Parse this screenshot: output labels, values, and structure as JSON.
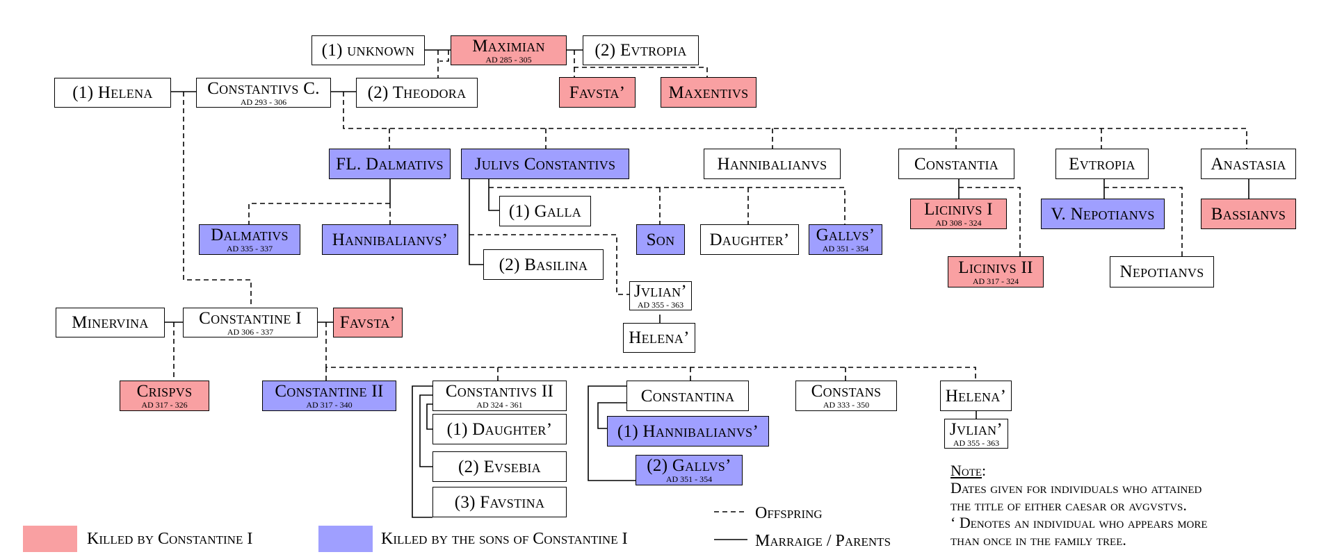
{
  "colors": {
    "killed_by_constantine": "#f9a0a2",
    "killed_by_sons": "#9f9fff",
    "line": "#000000"
  },
  "nodes": {
    "unknown": {
      "name": "(1) unknown",
      "dates": "",
      "fill": "none"
    },
    "maximian": {
      "name": "Maximian",
      "dates": "AD 285 - 305",
      "fill": "killed-c"
    },
    "evtropia_w": {
      "name": "(2) Evtropia",
      "dates": "",
      "fill": "none"
    },
    "helena": {
      "name": "(1) Helena",
      "dates": "",
      "fill": "none"
    },
    "constantius_c": {
      "name": "Constantivs C.",
      "dates": "AD 293 - 306",
      "fill": "none"
    },
    "theodora": {
      "name": "(2) Theodora",
      "dates": "",
      "fill": "none"
    },
    "favsta_top": {
      "name": "Favsta’",
      "dates": "",
      "fill": "killed-c"
    },
    "maxentivs": {
      "name": "Maxentivs",
      "dates": "",
      "fill": "killed-c"
    },
    "fl_dalmativs": {
      "name": "FL. Dalmativs",
      "dates": "",
      "fill": "killed-s"
    },
    "julivs_const": {
      "name": "Julivs Constantivs",
      "dates": "",
      "fill": "killed-s"
    },
    "hannibalianvs_t": {
      "name": "Hannibalianvs",
      "dates": "",
      "fill": "none"
    },
    "constantia": {
      "name": "Constantia",
      "dates": "",
      "fill": "none"
    },
    "evtropia_d": {
      "name": "Evtropia",
      "dates": "",
      "fill": "none"
    },
    "anastasia": {
      "name": "Anastasia",
      "dates": "",
      "fill": "none"
    },
    "dalmativs": {
      "name": "Dalmativs",
      "dates": "AD 335 - 337",
      "fill": "killed-s"
    },
    "hannibalianvs_m": {
      "name": "Hannibalianvs’",
      "dates": "",
      "fill": "killed-s"
    },
    "galla": {
      "name": "(1) Galla",
      "dates": "",
      "fill": "none"
    },
    "son": {
      "name": "Son",
      "dates": "",
      "fill": "killed-s"
    },
    "daughter_m": {
      "name": "Daughter’",
      "dates": "",
      "fill": "none"
    },
    "gallvs_m": {
      "name": "Gallvs’",
      "dates": "AD 351 - 354",
      "fill": "killed-s"
    },
    "licinivs1": {
      "name": "Licinivs I",
      "dates": "AD 308 - 324",
      "fill": "killed-c"
    },
    "v_nepotianvs": {
      "name": "V. Nepotianvs",
      "dates": "",
      "fill": "killed-s"
    },
    "bassianvs": {
      "name": "Bassianvs",
      "dates": "",
      "fill": "killed-c"
    },
    "basilina": {
      "name": "(2) Basilina",
      "dates": "",
      "fill": "none"
    },
    "licinivs2": {
      "name": "Licinivs II",
      "dates": "AD 317 - 324",
      "fill": "killed-c"
    },
    "nepotianvs": {
      "name": "Nepotianvs",
      "dates": "",
      "fill": "none"
    },
    "jvlian_m": {
      "name": "Jvlian’",
      "dates": "AD 355 - 363",
      "fill": "none"
    },
    "helena_m": {
      "name": "Helena’",
      "dates": "",
      "fill": "none"
    },
    "minervina": {
      "name": "Minervina",
      "dates": "",
      "fill": "none"
    },
    "constantine1": {
      "name": "Constantine I",
      "dates": "AD 306 - 337",
      "fill": "none"
    },
    "favsta_b": {
      "name": "Favsta’",
      "dates": "",
      "fill": "killed-c"
    },
    "crispvs": {
      "name": "Crispvs",
      "dates": "AD 317 - 326",
      "fill": "killed-c"
    },
    "constantine2": {
      "name": "Constantine II",
      "dates": "AD 317 - 340",
      "fill": "killed-s"
    },
    "constantivs2": {
      "name": "Constantivs II",
      "dates": "AD 324 - 361",
      "fill": "none"
    },
    "daughter_b": {
      "name": "(1) Daughter’",
      "dates": "",
      "fill": "none"
    },
    "evsebia": {
      "name": "(2) Evsebia",
      "dates": "",
      "fill": "none"
    },
    "favstina": {
      "name": "(3) Favstina",
      "dates": "",
      "fill": "none"
    },
    "constantina": {
      "name": "Constantina",
      "dates": "",
      "fill": "none"
    },
    "hannibalianvs_b": {
      "name": "(1) Hannibalianvs’",
      "dates": "",
      "fill": "killed-s"
    },
    "gallvs_b": {
      "name": "(2) Gallvs’",
      "dates": "AD 351 - 354",
      "fill": "killed-s"
    },
    "constans": {
      "name": "Constans",
      "dates": "AD 333 - 350",
      "fill": "none"
    },
    "helena_b": {
      "name": "Helena’",
      "dates": "",
      "fill": "none"
    },
    "jvlian_b": {
      "name": "Jvlian’",
      "dates": "AD 355 - 363",
      "fill": "none"
    }
  },
  "legend": {
    "killed_constantine": "Killed by Constantine I",
    "killed_sons": "Killed by the sons of Constantine I",
    "offspring": "Offspring",
    "marriage": "Marraige / Parents"
  },
  "note": {
    "title": "Note",
    "colon": ":",
    "line1": "Dates given for individuals who attained",
    "line2": "the title of either caesar or avgvstvs.",
    "line3": "‘ Denotes an individual who appears more",
    "line4": "than once in the family tree."
  }
}
